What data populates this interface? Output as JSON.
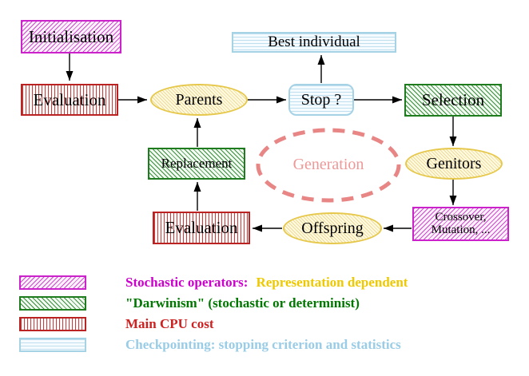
{
  "nodes": {
    "initialisation": {
      "label": "Initialisation"
    },
    "evaluation_top": {
      "label": "Evaluation"
    },
    "parents": {
      "label": "Parents"
    },
    "stop": {
      "label": "Stop ?"
    },
    "best_individual": {
      "label": "Best individual"
    },
    "selection": {
      "label": "Selection"
    },
    "genitors": {
      "label": "Genitors"
    },
    "crossover": {
      "line1": "Crossover,",
      "line2": "Mutation, ..."
    },
    "offspring": {
      "label": "Offspring"
    },
    "evaluation_bottom": {
      "label": "Evaluation"
    },
    "replacement": {
      "label": "Replacement"
    },
    "generation": {
      "label": "Generation"
    }
  },
  "edges": [
    {
      "from": "initialisation",
      "to": "evaluation_top"
    },
    {
      "from": "evaluation_top",
      "to": "parents"
    },
    {
      "from": "parents",
      "to": "stop"
    },
    {
      "from": "stop",
      "to": "best_individual"
    },
    {
      "from": "stop",
      "to": "selection"
    },
    {
      "from": "selection",
      "to": "genitors"
    },
    {
      "from": "genitors",
      "to": "crossover"
    },
    {
      "from": "crossover",
      "to": "offspring"
    },
    {
      "from": "offspring",
      "to": "evaluation_bottom"
    },
    {
      "from": "evaluation_bottom",
      "to": "replacement"
    },
    {
      "from": "replacement",
      "to": "parents"
    }
  ],
  "legend": {
    "items": [
      {
        "swatch": "magenta-hatch",
        "parts": [
          {
            "text": "Stochastic operators:",
            "color": "#cc00cc"
          },
          {
            "text": "Representation dependent",
            "color": "#eec900"
          }
        ]
      },
      {
        "swatch": "green-hatch",
        "parts": [
          {
            "text": "\"Darwinism\" (stochastic or determinist)",
            "color": "#007700"
          }
        ]
      },
      {
        "swatch": "red-stripes",
        "parts": [
          {
            "text": "Main CPU cost",
            "color": "#cc2222"
          }
        ]
      },
      {
        "swatch": "cyan-stripes",
        "parts": [
          {
            "text": "Checkpointing: stopping criterion and statistics",
            "color": "#99cce6"
          }
        ]
      }
    ]
  },
  "colors": {
    "magenta": "#cc22cc",
    "green": "#1e7b1e",
    "red": "#bb2222",
    "cyan": "#a6d2e6",
    "yellow_border": "#e6c84d",
    "generation_dash": "#e88585",
    "generation_text": "#ee9898",
    "arrow": "#000000"
  }
}
